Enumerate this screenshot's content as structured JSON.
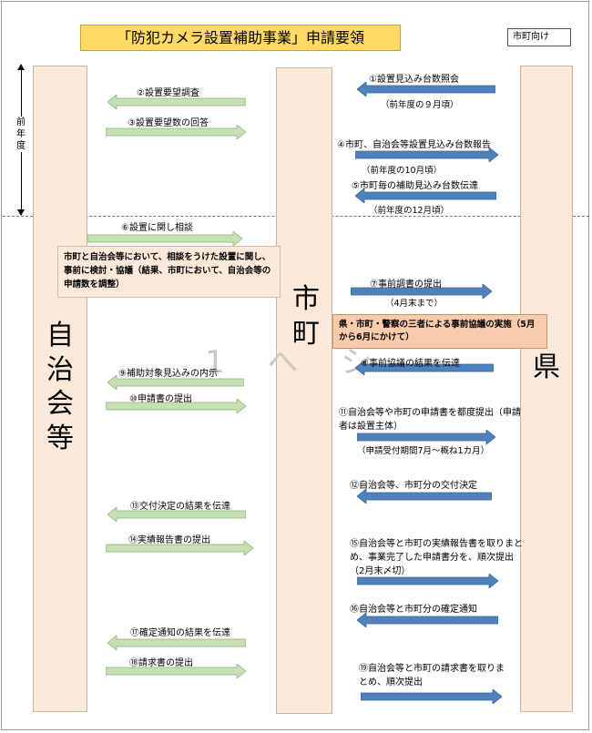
{
  "title": "「防犯カメラ設置補助事業」申請要領",
  "target_badge": "市町向け",
  "prev_year_label": [
    "前",
    "年",
    "度"
  ],
  "watermark": "1 へ シ",
  "columns": {
    "left": "自治会等",
    "center": "市町",
    "right": "県"
  },
  "colors": {
    "green_arrow": "#c6e0b4",
    "blue_arrow": "#4f81bd",
    "title_bg": "#ffd966",
    "column_bg": "#fde9d9"
  },
  "left_steps": [
    {
      "label": "②設置要望調査",
      "dir": "left"
    },
    {
      "label": "③設置要望数の回答",
      "dir": "right"
    },
    {
      "label": "⑥設置に関し相談",
      "dir": "right"
    },
    {
      "label": "⑨補助対象見込みの内示",
      "dir": "left"
    },
    {
      "label": "⑩申請書の提出",
      "dir": "right"
    },
    {
      "label": "⑬交付決定の結果を伝達",
      "dir": "left"
    },
    {
      "label": "⑭実績報告書の提出",
      "dir": "right"
    },
    {
      "label": "⑰確定通知の結果を伝達",
      "dir": "left"
    },
    {
      "label": "⑱請求書の提出",
      "dir": "right"
    }
  ],
  "right_steps": [
    {
      "label": "①設置見込み台数照会",
      "note": "（前年度の９月頃）",
      "dir": "left"
    },
    {
      "label": "④市町、自治会等設置見込み台数報告",
      "note": "（前年度の10月頃）",
      "dir": "right"
    },
    {
      "label": "⑤市町毎の補助見込み台数伝達",
      "note": "（前年度の12月頃）",
      "dir": "left"
    },
    {
      "label": "⑦事前調書の提出",
      "note": "（4月末まで）",
      "dir": "right"
    },
    {
      "label": "⑧事前協議の結果を伝達",
      "note": "",
      "dir": "left"
    },
    {
      "label": "⑪自治会等や市町の申請書を都度提出（申請者は設置主体）",
      "note": "（申請受付期間7月～概ね1カ月）",
      "dir": "right"
    },
    {
      "label": "⑫自治会等、市町分の交付決定",
      "note": "",
      "dir": "left"
    },
    {
      "label": "⑮自治会等と市町の実績報告書を取りまとめ、事業完了した申請書分を、順次提出（2月末〆切）",
      "note": "",
      "dir": "right"
    },
    {
      "label": "⑯自治会等と市町分の確定通知",
      "note": "",
      "dir": "left"
    },
    {
      "label": "⑲自治会等と市町の請求書を取りまとめ、順次提出",
      "note": "",
      "dir": "right"
    }
  ],
  "callouts": {
    "consult": "市町と自治会等において、相談をうけた設置に関し、事前に検討・協議（結果、市町において、自治会等の申請数を調整）",
    "tripartite": "県・市町・警察の三者による事前協議の実施（5月から6月にかけて）"
  }
}
